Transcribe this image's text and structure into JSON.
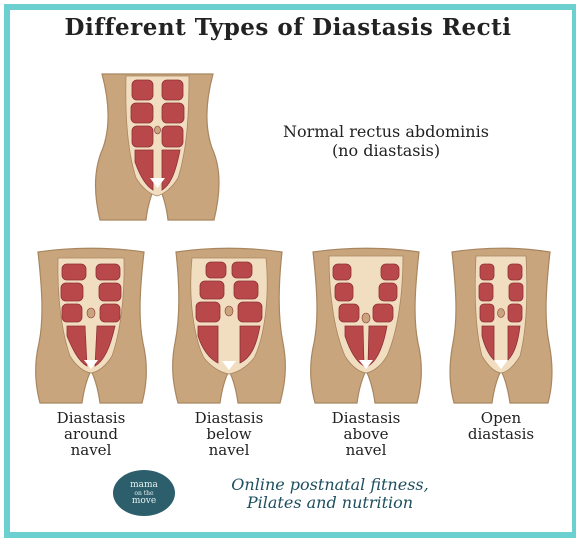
{
  "title": "Different Types of Diastasis Recti",
  "normal": {
    "label_line1": "Normal rectus abdominis",
    "label_line2": "(no diastasis)"
  },
  "types": [
    {
      "lines": [
        "Diastasis",
        "around",
        "navel"
      ]
    },
    {
      "lines": [
        "Diastasis",
        "below",
        "navel"
      ]
    },
    {
      "lines": [
        "Diastasis",
        "above",
        "navel"
      ]
    },
    {
      "lines": [
        "Open",
        "diastasis"
      ]
    }
  ],
  "logo": {
    "line1": "mama",
    "line2": "on the",
    "line3": "move"
  },
  "footer": {
    "line1": "Online postnatal fitness,",
    "line2": "Pilates and nutrition"
  },
  "colors": {
    "border": "#6ccfd0",
    "skin": "#c9a57e",
    "skin_outline": "#a8865f",
    "fascia": "#f1ddc0",
    "muscle": "#b8484a",
    "muscle_outline": "#8e3236",
    "footer_text": "#1e4f5e",
    "logo_bg": "#2c5e6b"
  }
}
